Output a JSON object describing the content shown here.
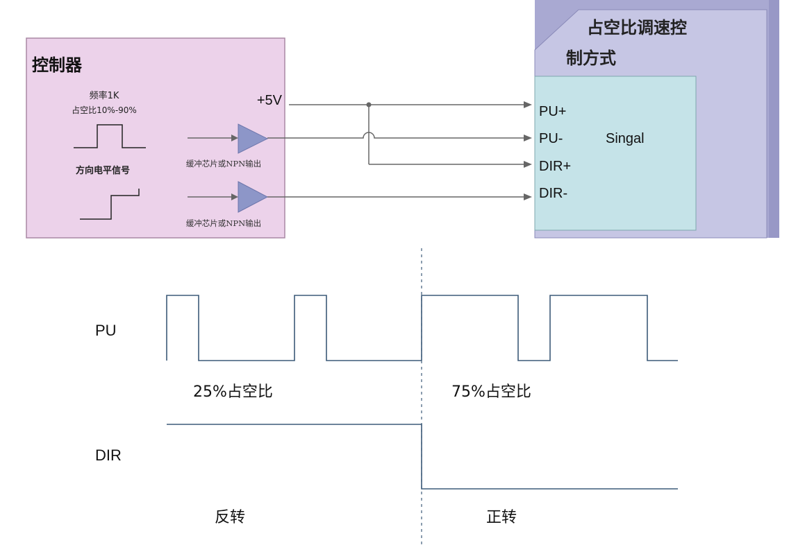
{
  "controller": {
    "title": "控制器",
    "freq_label": "频率1K",
    "duty_label": "占空比10%-90%",
    "dir_signal_label": "方向电平信号",
    "vcc_label": "+5V",
    "buffer_label_1": "缓冲芯片或NPN输出",
    "buffer_label_2": "缓冲芯片或NPN输出"
  },
  "driver": {
    "title_line1": "占空比调速控",
    "title_line2": "制方式",
    "pins": [
      "PU+",
      "PU-",
      "DIR+",
      "DIR-"
    ],
    "signal_label": "Singal"
  },
  "timing": {
    "pu_label": "PU",
    "dir_label": "DIR",
    "left_duty_label": "25%占空比",
    "right_duty_label": "75%占空比",
    "left_dir_label": "反转",
    "right_dir_label": "正转"
  },
  "colors": {
    "controller_bg": "#ecd2ea",
    "driver_outer": "#a9a9d2",
    "driver_inner": "#c5e3e8",
    "buffer_fill": "#8d96c8",
    "wire": "#666666",
    "waveform": "#3c5a78"
  }
}
